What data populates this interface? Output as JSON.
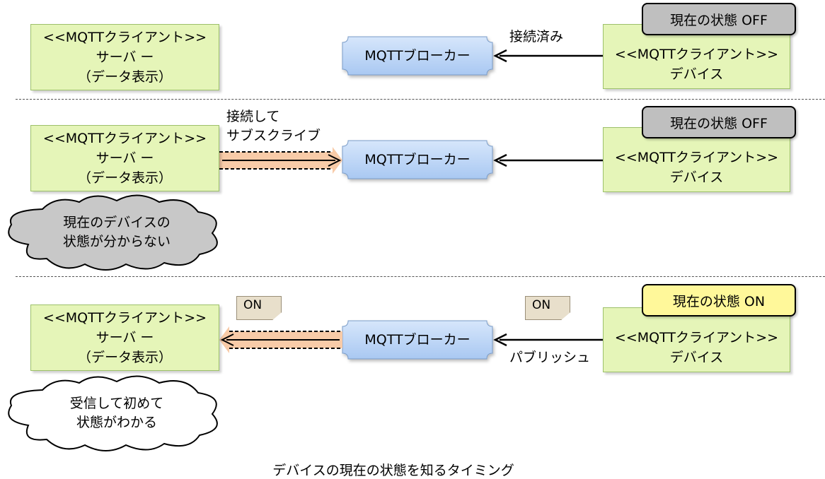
{
  "client_box": {
    "line1": "<<MQTTクライアント>>",
    "server_name": "サーバ ー",
    "server_sub": "（データ表示）",
    "device_name": "デバイス"
  },
  "broker_label": "MQTTブローカー",
  "rows": [
    {
      "status": "現在の状態 OFF",
      "device_arrow_label": "接続済み"
    },
    {
      "status": "現在の状態 OFF",
      "server_arrow_label_1": "接続して",
      "server_arrow_label_2": "サブスクライブ",
      "cloud_line_1": "現在のデバイスの",
      "cloud_line_2": "状態が分からない"
    },
    {
      "status": "現在の状態 ON",
      "device_arrow_label": "パブリッシュ",
      "message_left": "ON",
      "message_right": "ON",
      "cloud_line_1": "受信して初めて",
      "cloud_line_2": "状態がわかる"
    }
  ],
  "caption": "デバイスの現在の状態を知るタイミング",
  "colors": {
    "client_fill": "#e5f5b8",
    "broker_fill": "#b5d0f5",
    "status_off": "#bfbfbf",
    "status_on": "#fff89a",
    "subscribe_arrow": "#f8cba8",
    "cloud_gray": "#c8c8c8"
  }
}
